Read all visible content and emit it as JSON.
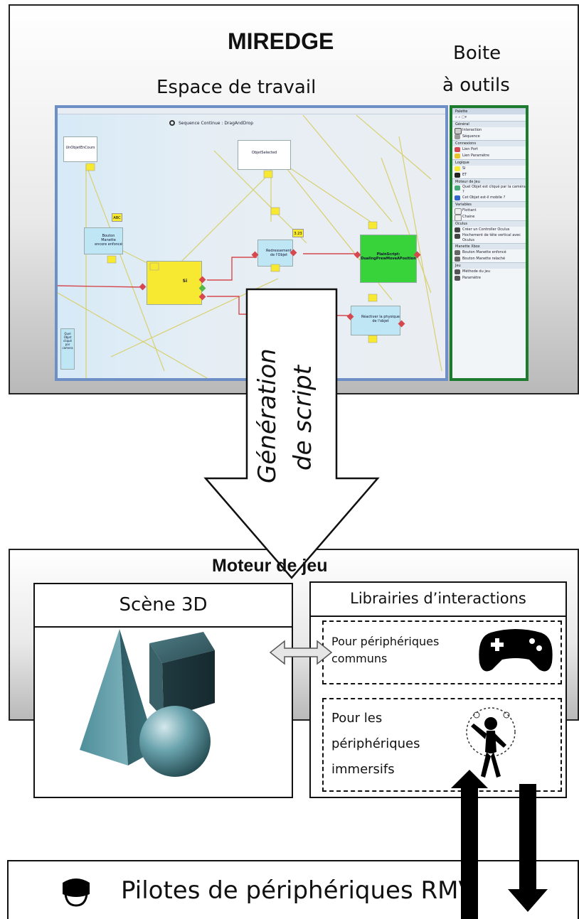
{
  "top": {
    "title": "MIREDGE",
    "workspace_label": "Espace de travail",
    "toolbox_label_line1": "Boite",
    "toolbox_label_line2": "à outils"
  },
  "workspace": {
    "sequence_title": "Sequence Continue : DragAndDrop",
    "nodes": {
      "n1": "UnObjetEnCours",
      "n2": "ObjetSelected",
      "n3": "Bouton Manette encore enfoncé",
      "n4": "Redressement de l'Objet",
      "n5": "PlainScript: DualingPrewMoveAPosition",
      "n6": "Si",
      "n7": "Réactiver la physique de l'objet",
      "n8": "Quel Objet cliqué par camera",
      "badge_abc": "ABC",
      "badge_num": "3.23"
    }
  },
  "toolbox": {
    "header": "Palette",
    "sections": [
      {
        "title": "Général",
        "items": [
          "Interaction",
          "Séquence"
        ]
      },
      {
        "title": "Connexions",
        "items": [
          "Lien Port",
          "Lien Paramètre"
        ]
      },
      {
        "title": "Logique",
        "items": [
          "Si",
          "ET"
        ]
      },
      {
        "title": "Moteur de Jeu",
        "items": [
          "Quel Objet est cliqué par la caméra ?",
          "Cet Objet est-il mobile ?"
        ]
      },
      {
        "title": "Variables",
        "items": [
          "Flottant",
          "Chaine"
        ]
      },
      {
        "title": "Oculus",
        "items": [
          "Créer un Controller Oculus",
          "Hochement de tête vertical avec Oculus"
        ]
      },
      {
        "title": "Manette Xbox",
        "items": [
          "Bouton Manette enfoncé",
          "Bouton Manette relaché"
        ]
      },
      {
        "title": "Jeu",
        "items": [
          "Méthode du jeu",
          "Paramètre"
        ]
      }
    ]
  },
  "arrow": {
    "line1": "Génération",
    "line2": "de script"
  },
  "engine": {
    "title": "Moteur de jeu",
    "scene_label": "Scène 3D",
    "libs_label": "Librairies d’interactions",
    "common_line1": "Pour périphériques",
    "common_line2": "communs",
    "immersive_line1": "Pour les",
    "immersive_line2": "périphériques",
    "immersive_line3": "immersifs"
  },
  "drivers": {
    "label": "Pilotes de périphériques RMV"
  },
  "colors": {
    "workspace_border": "#6d8fc6",
    "toolbox_border": "#1c7b2e",
    "node_blue": "#bfe6f5",
    "node_yellow": "#f7e832",
    "node_green": "#38d33a",
    "connector_red": "#d6484f",
    "scene_teal": "#4f8f9a"
  }
}
